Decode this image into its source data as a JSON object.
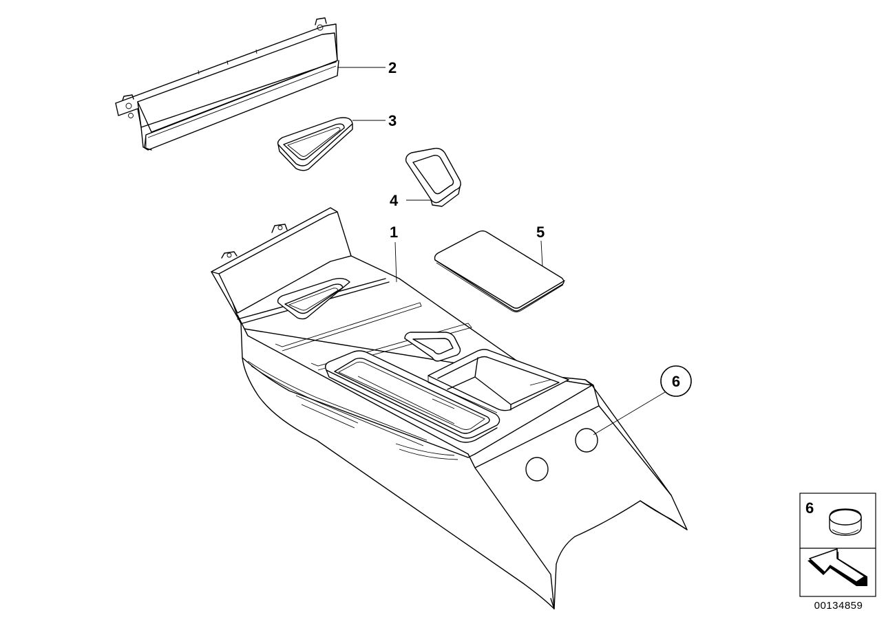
{
  "diagram": {
    "callouts": [
      {
        "id": "1",
        "label": "1"
      },
      {
        "id": "2",
        "label": "2"
      },
      {
        "id": "3",
        "label": "3"
      },
      {
        "id": "4",
        "label": "4"
      },
      {
        "id": "5",
        "label": "5"
      },
      {
        "id": "6",
        "label": "6"
      }
    ],
    "legend": {
      "part_label": "6"
    },
    "reference_number": "00134859"
  }
}
